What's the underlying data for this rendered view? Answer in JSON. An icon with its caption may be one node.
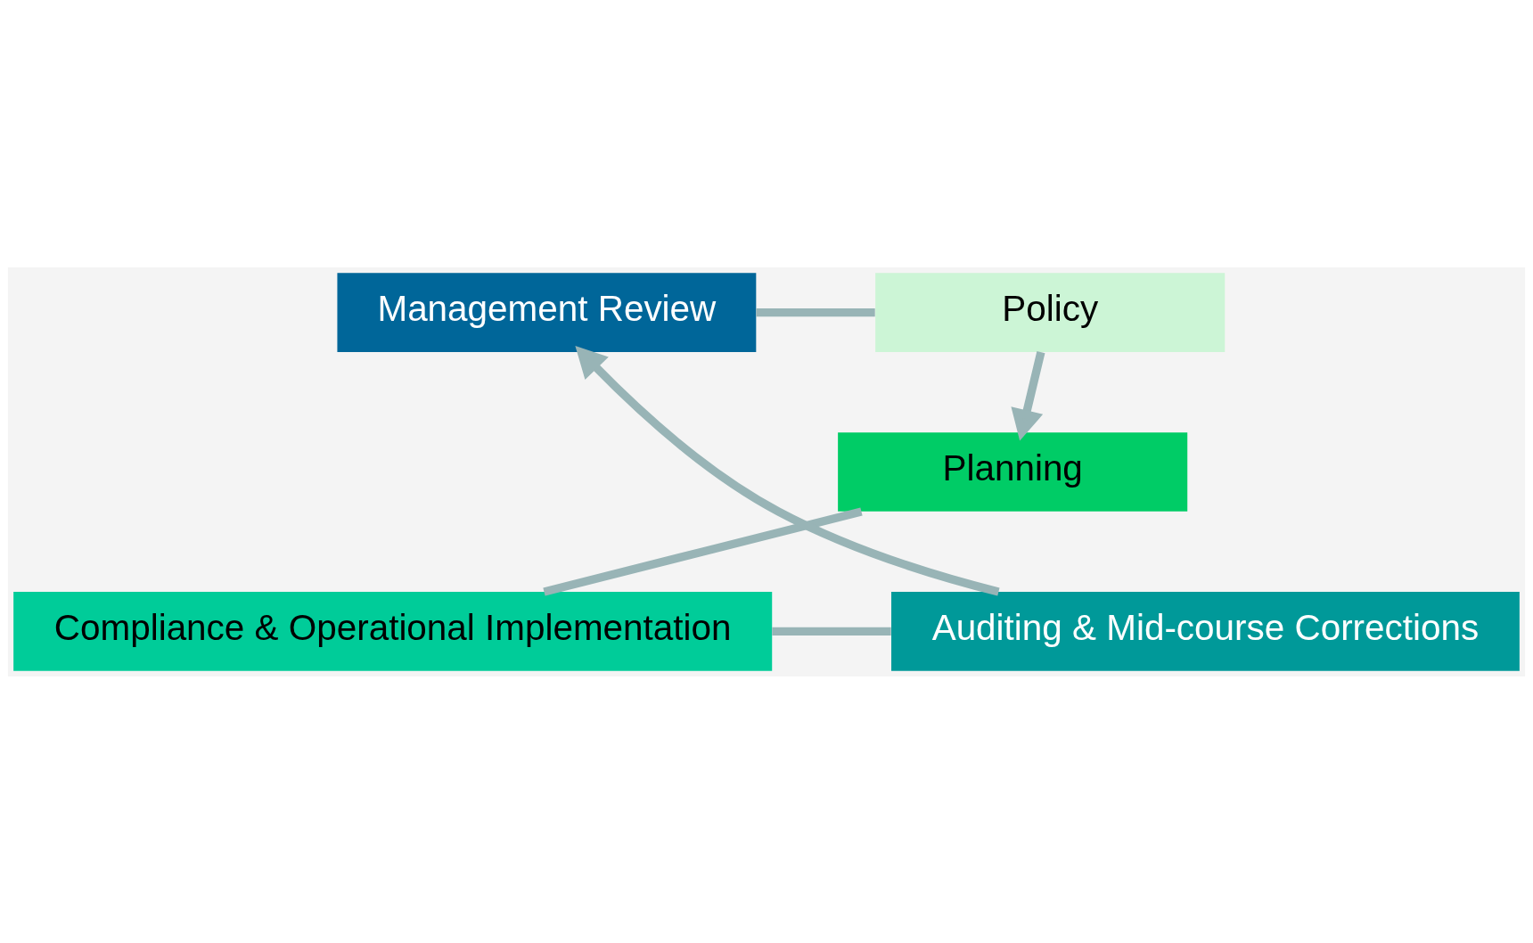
{
  "diagram": {
    "nodes": [
      {
        "text": [
          "Management Review"
        ]
      },
      {
        "text": [
          "Policy"
        ]
      },
      {
        "text": [
          "Planning"
        ]
      },
      {
        "text": [
          "Auditing & Mid-course Corrections"
        ]
      },
      {
        "text": [
          "Compliance & Operational Implementation"
        ]
      }
    ],
    "edges": [
      {
        "from": 0,
        "to": 1,
        "arrow": "none"
      },
      {
        "from": 1,
        "to": 2,
        "arrow": "to"
      },
      {
        "from": 2,
        "to": 4,
        "arrow": "none"
      },
      {
        "from": 4,
        "to": 3,
        "arrow": "none"
      },
      {
        "from": 3,
        "to": 0,
        "arrow": "to"
      }
    ]
  }
}
